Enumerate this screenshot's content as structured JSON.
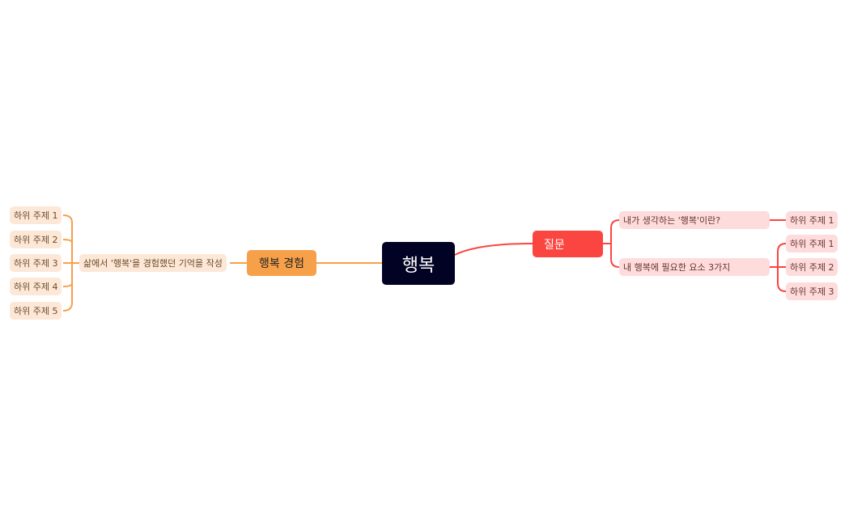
{
  "mindmap": {
    "root": {
      "label": "행복"
    },
    "left_branch": {
      "label": "행복 경험",
      "color": "#f7a04a",
      "child": {
        "label": "삶에서 '행복'을 경험했던 기억을 작성",
        "children": [
          "하위 주제 1",
          "하위 주제 2",
          "하위 주제 3",
          "하위 주제 4",
          "하위 주제 5"
        ]
      }
    },
    "right_branch": {
      "label": "질문",
      "color": "#fb4540",
      "children": [
        {
          "label": "내가 생각하는 '행복'이란?",
          "children": [
            "하위 주제 1"
          ]
        },
        {
          "label": "내 행복에 필요한 요소 3가지",
          "children": [
            "하위 주제 1",
            "하위 주제 2",
            "하위 주제 3"
          ]
        }
      ]
    }
  }
}
